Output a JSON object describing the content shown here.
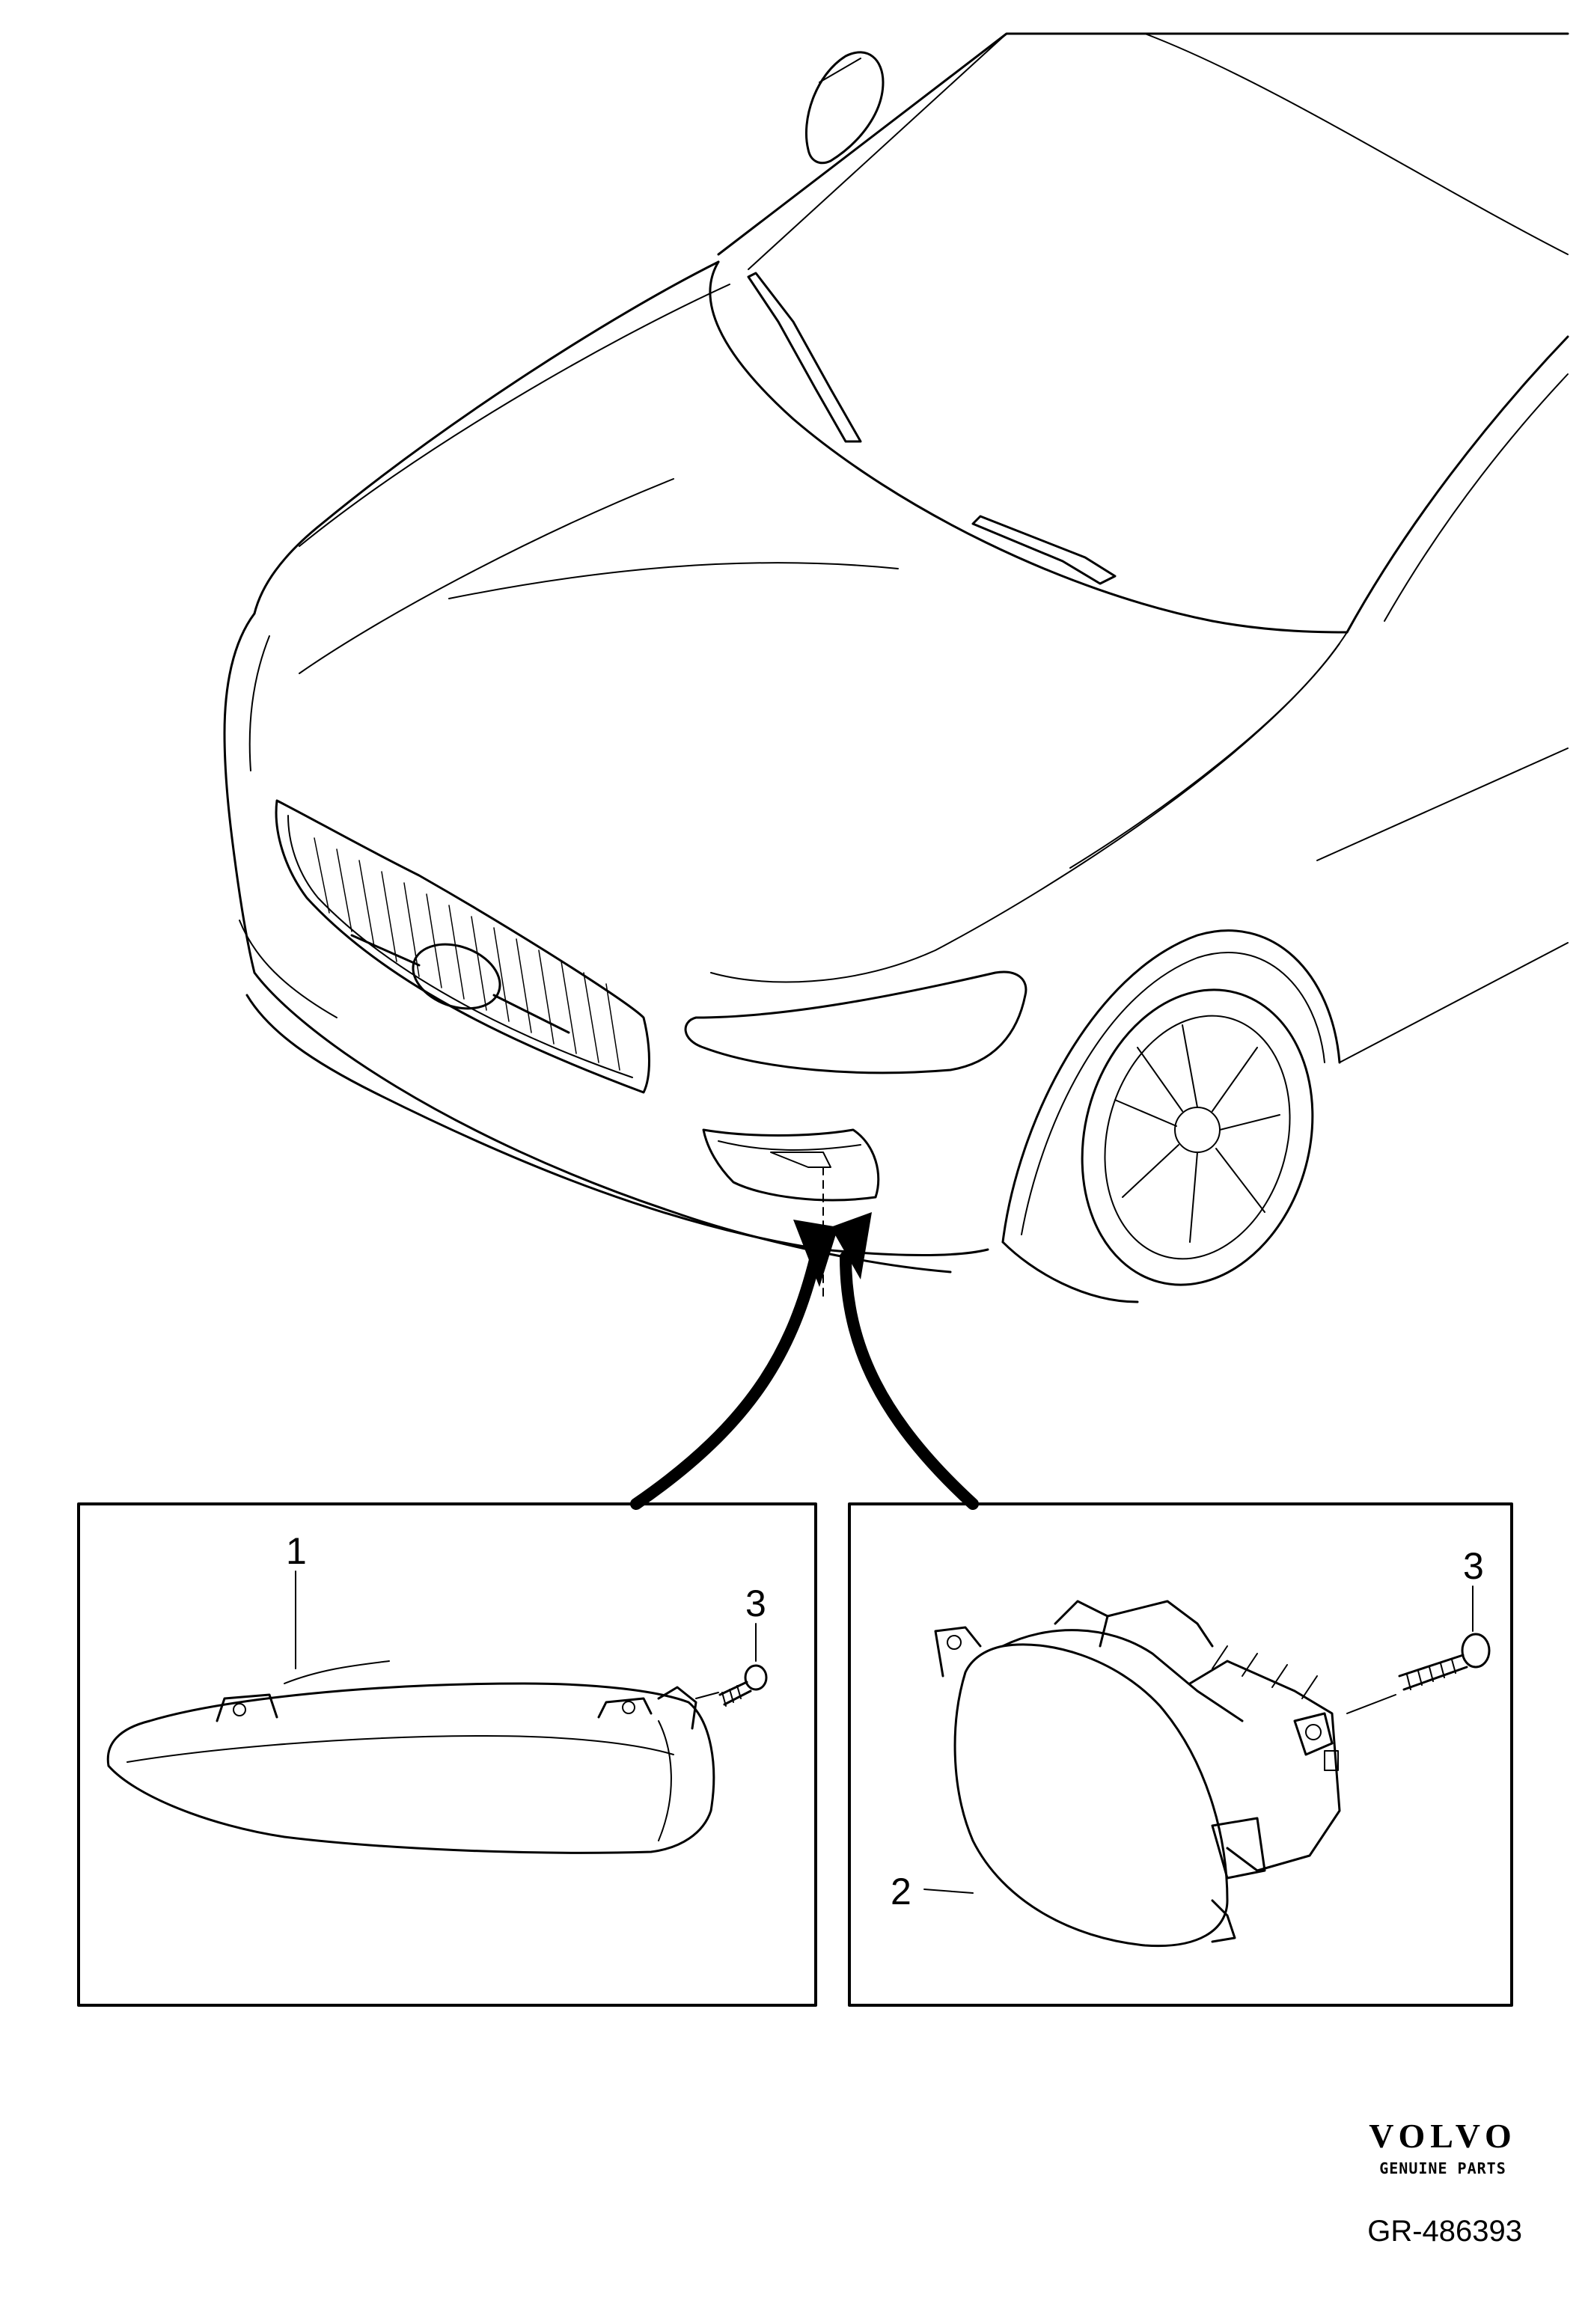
{
  "diagram": {
    "callouts": {
      "left_part": "1",
      "left_screw": "3",
      "right_part": "2",
      "right_screw": "3"
    },
    "brand": {
      "name": "VOLVO",
      "sub": "GENUINE PARTS"
    },
    "reference": "GR-486393"
  }
}
